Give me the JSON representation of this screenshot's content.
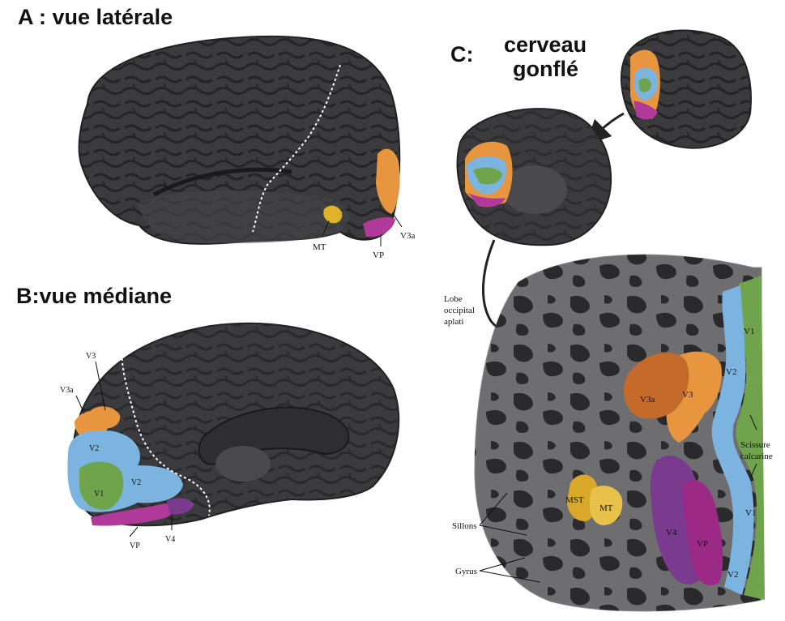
{
  "titles": {
    "a": "A : vue latérale",
    "b": "B:vue médiane",
    "c_letter": "C:",
    "c_line1": "cerveau",
    "c_line2": "gonflé"
  },
  "lateral_labels": {
    "mt": "MT",
    "vp": "VP",
    "v3a": "V3a"
  },
  "medial_labels": {
    "v3": "V3",
    "v3a": "V3a",
    "v2_top": "V2",
    "v1": "V1",
    "v2_mid": "V2",
    "vp": "VP",
    "v4": "V4"
  },
  "flat_labels": {
    "lobe1": "Lobe",
    "lobe2": "occipital",
    "lobe3": "aplati",
    "v1_top": "V1",
    "v2_top": "V2",
    "v3a": "V3a",
    "v3": "V3",
    "scissure1": "Scissure",
    "scissure2": "calcarine",
    "v1_bottom": "V1",
    "mst": "MST",
    "mt": "MT",
    "sillons": "Sillons",
    "v4": "V4",
    "vp": "VP",
    "v2_bottom": "V2",
    "gyrus": "Gyrus"
  },
  "colors": {
    "cortex": "#3b3a3c",
    "sulcus": "#242325",
    "flat_gyrus": "#6e6d6f",
    "v1": "#6fa44d",
    "v2": "#7cb4e0",
    "v3": "#e8953f",
    "v3a": "#d4762f",
    "vp": "#b03a9a",
    "v4": "#7a3a8e",
    "mt": "#e0b22a"
  }
}
